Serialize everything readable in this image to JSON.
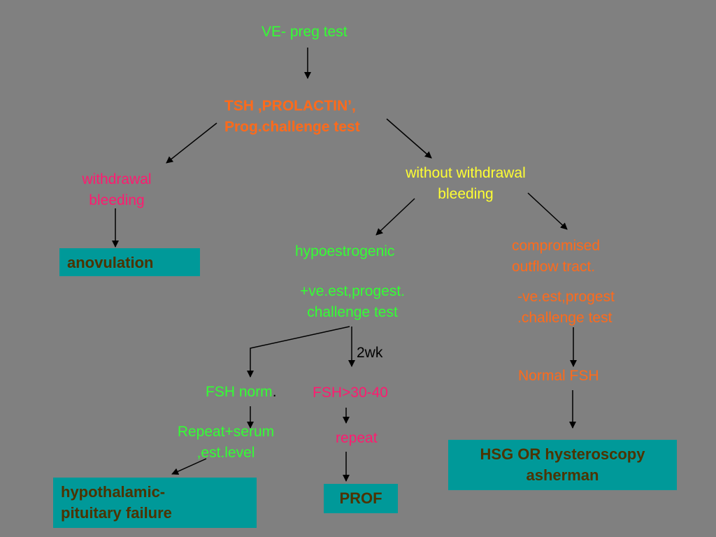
{
  "nodes": {
    "ve_preg": "VE- preg test",
    "tsh_line1": "TSH ,PROLACTIN’,",
    "tsh_line2": "Prog.challenge test",
    "withdrawal_line1": "withdrawal",
    "withdrawal_line2": "bleeding",
    "without_line1": "without withdrawal",
    "without_line2": "bleeding",
    "anovulation": "anovulation",
    "hypoestrogenic": "hypoestrogenic",
    "plus_test_line1": "+ve.est,progest.",
    "plus_test_line2": "challenge test",
    "compromised_line1": "compromised",
    "compromised_line2": "outflow tract.",
    "minus_test_line1": "-ve.est,progest",
    "minus_test_line2": ".challenge test",
    "two_wk": "2wk",
    "normal_fsh": "Normal FSH",
    "fsh_norm": "FSH norm",
    "fsh_norm_dot": ".",
    "fsh_high": "FSH>30-40",
    "repeat_serum_line1": "Repeat+serum",
    "repeat_serum_line2": ",est.level",
    "repeat": "repeat",
    "hsg_line1": "HSG OR hysteroscopy",
    "hsg_line2": "asherman",
    "hypothalamic_line1": "hypothalamic-",
    "hypothalamic_line2": "pituitary failure",
    "prof": "PROF"
  },
  "colors": {
    "background": "#808080",
    "green_text": "#33ff33",
    "orange_text": "#ff6a1a",
    "pink_text": "#ff1a70",
    "yellow_text": "#ffff33",
    "box_fill": "#009999",
    "box_text": "#4d3300",
    "arrow": "#000000"
  }
}
